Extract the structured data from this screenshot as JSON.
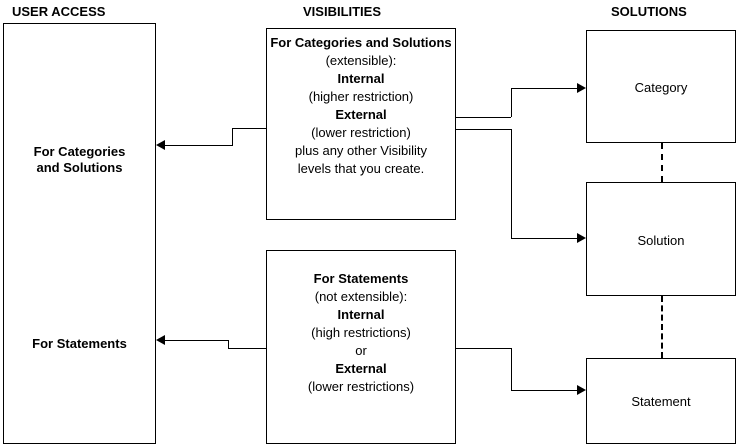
{
  "columns": {
    "user_access": "USER ACCESS",
    "visibilities": "VISIBILITIES",
    "solutions": "SOLUTIONS"
  },
  "user_access_box": {
    "entries": [
      {
        "line1": "For Categories",
        "line2": "and Solutions"
      },
      {
        "line1": "For Statements",
        "line2": ""
      }
    ]
  },
  "visibility_boxes": [
    {
      "title": "For Categories and Solutions",
      "subtitle": "(extensible):",
      "level_1": "Internal",
      "level_1_note": "(higher restriction)",
      "level_2": "External",
      "level_2_note": "(lower restriction)",
      "footer_line1": "plus any other Visibility",
      "footer_line2": "levels that you create."
    },
    {
      "title": "For Statements",
      "subtitle": "(not extensible):",
      "level_1": "Internal",
      "level_1_note": "(high restrictions)",
      "conjunction": "or",
      "level_2": "External",
      "level_2_note": "(lower restrictions)"
    }
  ],
  "solution_boxes": [
    {
      "label": "Category"
    },
    {
      "label": "Solution"
    },
    {
      "label": "Statement"
    }
  ],
  "colors": {
    "stroke": "#000000",
    "background": "#ffffff",
    "text": "#000000"
  }
}
